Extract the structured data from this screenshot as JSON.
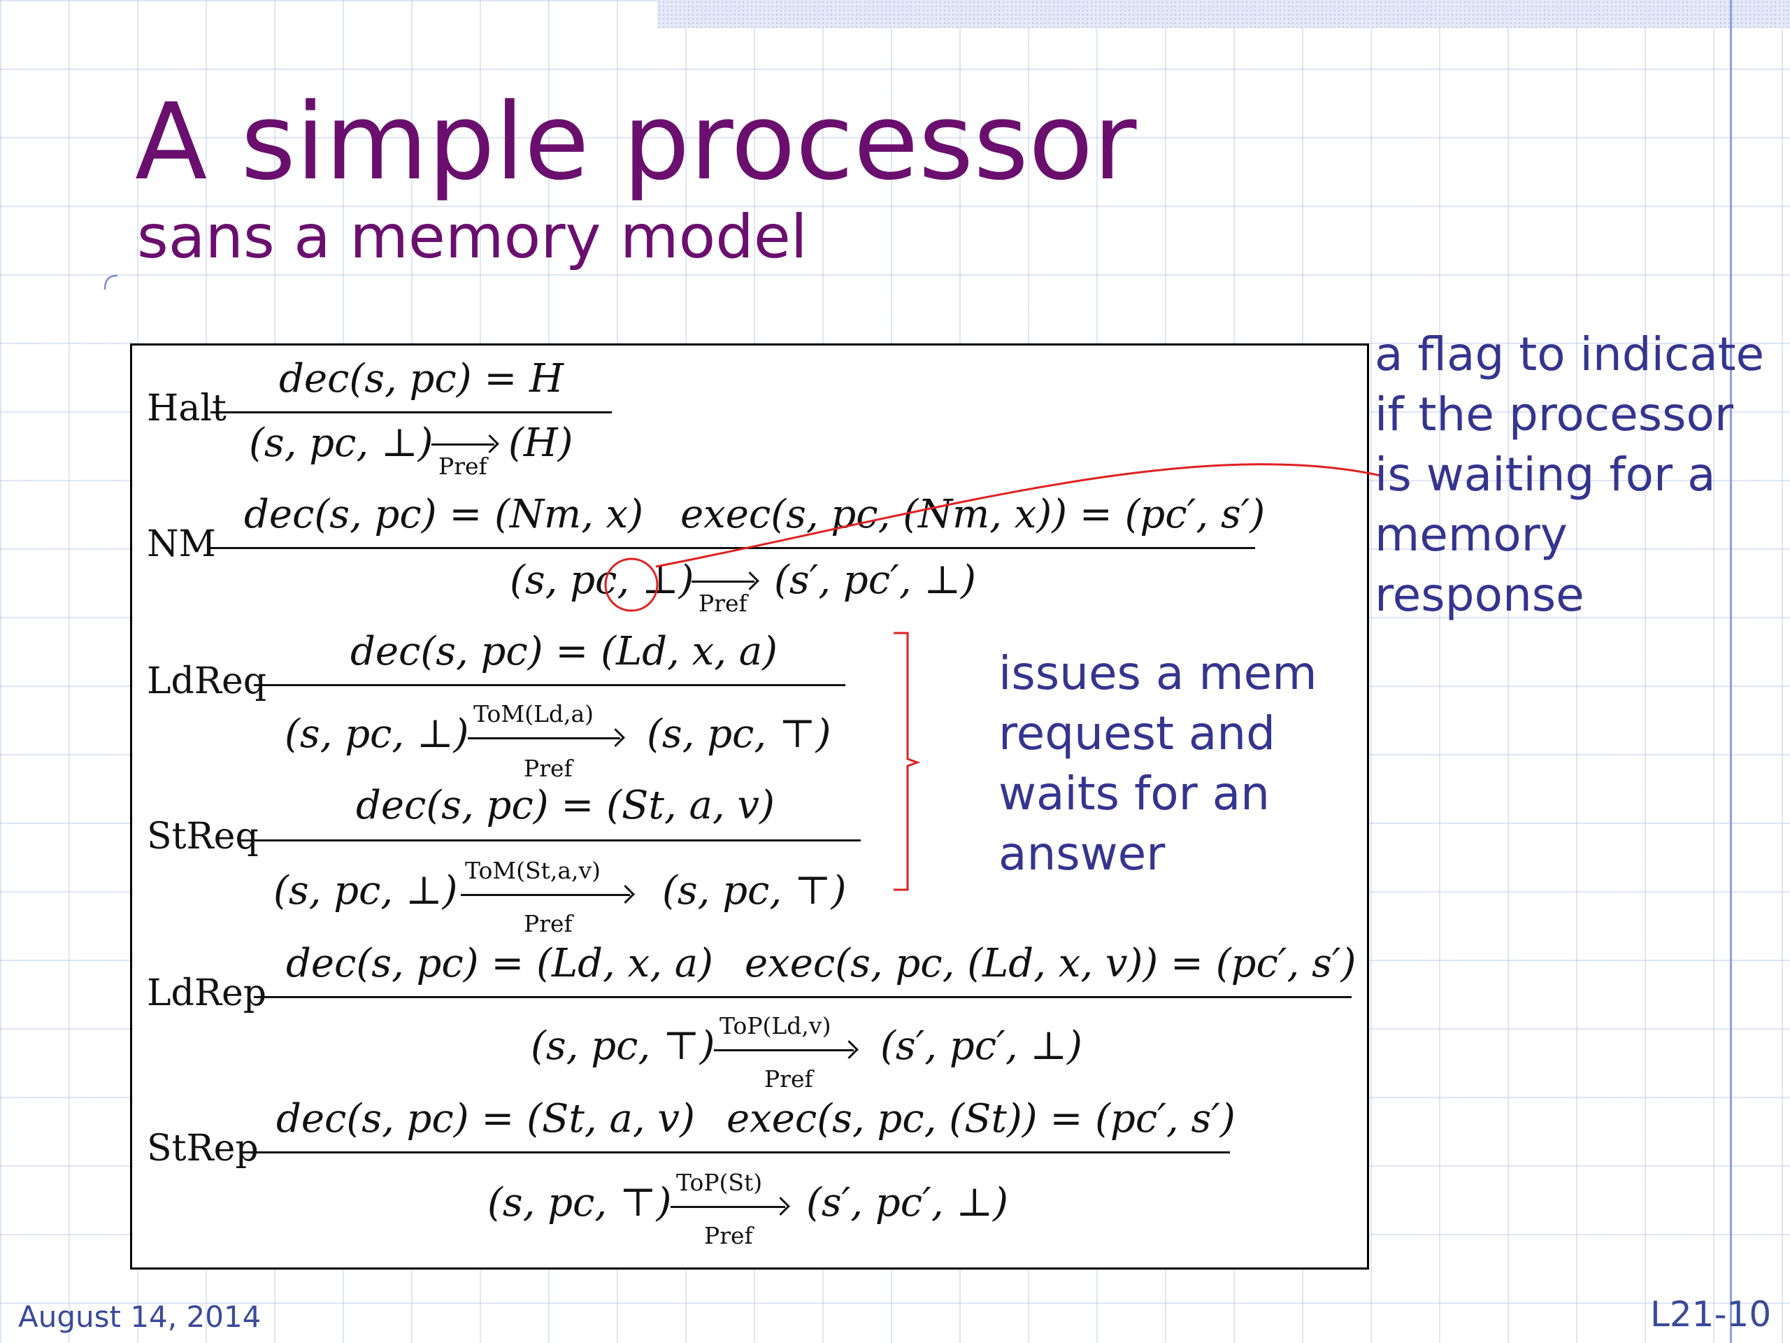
{
  "slide": {
    "title": "A simple processor",
    "subtitle": "sans a memory model",
    "date": "August 14, 2014",
    "slide_number": "L21-10"
  },
  "rules": [
    {
      "name": "Halt",
      "premise": [
        "dec(s, pc) = H"
      ],
      "from": "(s, pc, ⊥)",
      "above": "",
      "below": "Pref",
      "to": "(H)"
    },
    {
      "name": "NM",
      "premise": [
        "dec(s, pc) = (Nm, x)",
        "exec(s, pc, (Nm, x)) = (pc′, s′)"
      ],
      "from": "(s, pc, ⊥)",
      "above": "",
      "below": "Pref",
      "to": "(s′, pc′, ⊥)"
    },
    {
      "name": "LdReq",
      "premise": [
        "dec(s, pc) = (Ld, x, a)"
      ],
      "from": "(s, pc, ⊥)",
      "above": "ToM(Ld,a)",
      "below": "Pref",
      "to": "(s, pc, ⊤)"
    },
    {
      "name": "StReq",
      "premise": [
        "dec(s, pc) = (St, a, v)"
      ],
      "from": "(s, pc, ⊥)",
      "above": "ToM(St,a,v)",
      "below": "Pref",
      "to": "(s, pc, ⊤)"
    },
    {
      "name": "LdRep",
      "premise": [
        "dec(s, pc) = (Ld, x, a)",
        "exec(s, pc, (Ld, x, v)) = (pc′, s′)"
      ],
      "from": "(s, pc, ⊤)",
      "above": "ToP(Ld,v)",
      "below": "Pref",
      "to": "(s′, pc′, ⊥)"
    },
    {
      "name": "StRep",
      "premise": [
        "dec(s, pc) = (St, a, v)",
        "exec(s, pc, (St)) = (pc′, s′)"
      ],
      "from": "(s, pc, ⊤)",
      "above": "ToP(St)",
      "below": "Pref",
      "to": "(s′, pc′, ⊥)"
    }
  ],
  "annotations": {
    "flag_note": [
      "a flag to indicate",
      "if the processor",
      "is waiting for a",
      "memory",
      "response"
    ],
    "request_note": [
      "issues a mem",
      "request and",
      "waits for an",
      "answer"
    ]
  },
  "colors": {
    "title": "#6a0f6e",
    "note_text": "#34358f",
    "annotation_line": "#e02020"
  }
}
